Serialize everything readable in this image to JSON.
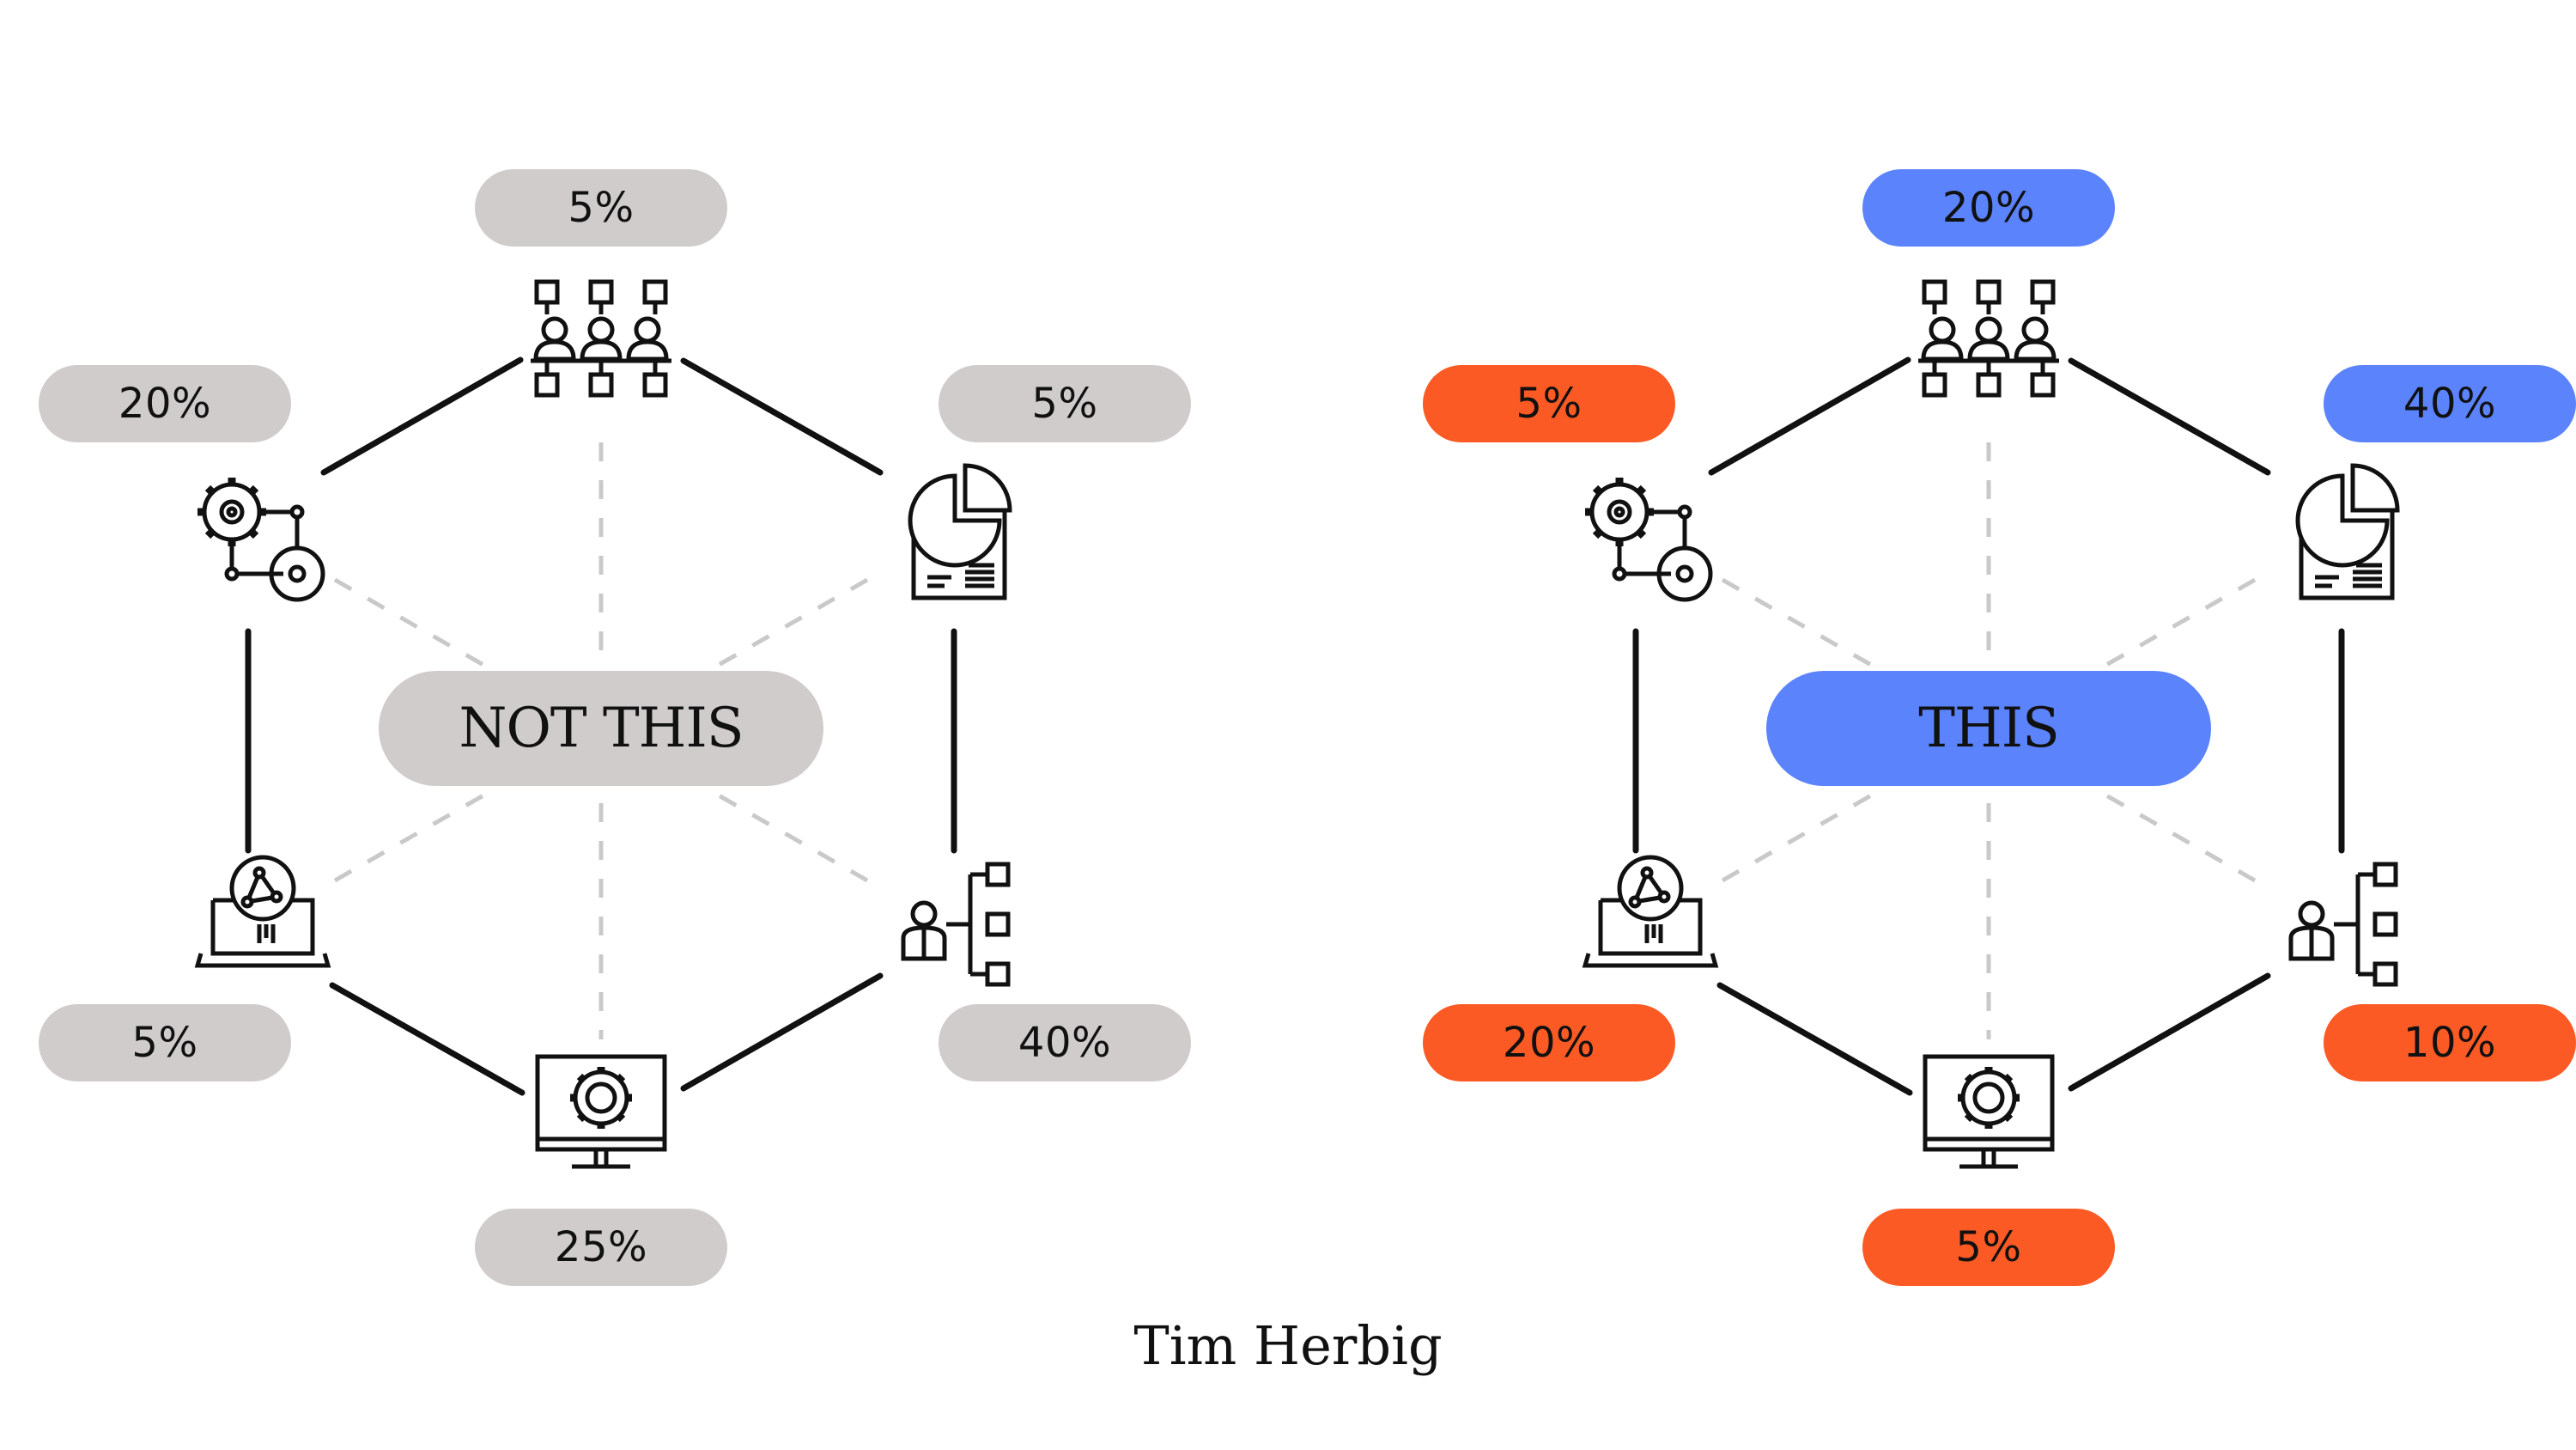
{
  "left_diagram": {
    "center_label": "NOT THIS",
    "percent_top": "5%",
    "percent_upper_left": "20%",
    "percent_upper_right": "5%",
    "percent_lower_left": "5%",
    "percent_lower_right": "40%",
    "percent_bottom": "25%",
    "pill_color": "#d0cccb"
  },
  "right_diagram": {
    "center_label": "THIS",
    "percent_top": "20%",
    "percent_upper_left": "5%",
    "percent_upper_right": "40%",
    "percent_lower_left": "20%",
    "percent_lower_right": "10%",
    "percent_bottom": "5%",
    "colors": {
      "blue": "#5b83fb",
      "orange": "#fc5a24"
    }
  },
  "footer": {
    "author": "Tim Herbig"
  },
  "icons": [
    "team-network-icon",
    "pie-chart-report-icon",
    "person-hierarchy-icon",
    "monitor-gear-icon",
    "laptop-network-icon",
    "gears-flow-icon"
  ]
}
